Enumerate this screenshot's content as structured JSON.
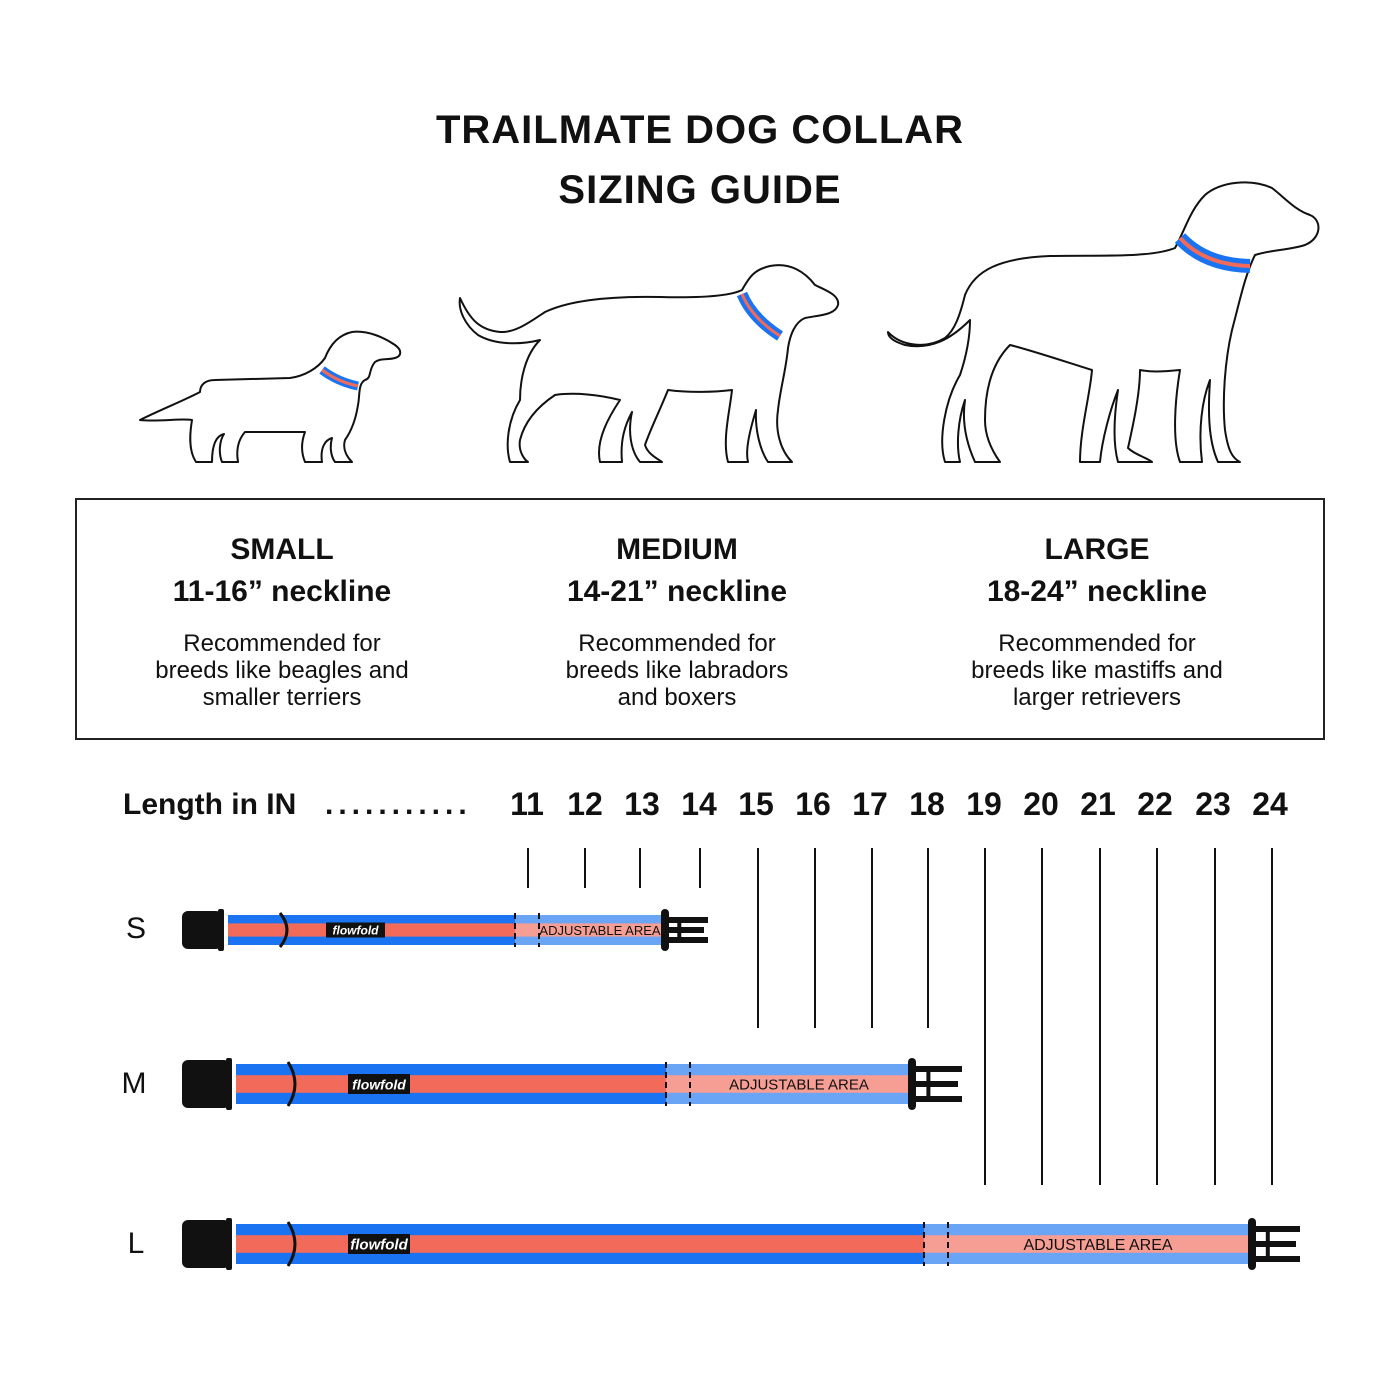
{
  "title": {
    "line1": "TRAILMATE DOG COLLAR",
    "line2": "SIZING GUIDE"
  },
  "sizes": [
    {
      "name": "SMALL",
      "neckline": "11-16” neckline",
      "desc_lines": [
        "Recommended for",
        "breeds like beagles and",
        "smaller terriers"
      ]
    },
    {
      "name": "MEDIUM",
      "neckline": "14-21” neckline",
      "desc_lines": [
        "Recommended for",
        "breeds like labradors",
        "and boxers"
      ]
    },
    {
      "name": "LARGE",
      "neckline": "18-24” neckline",
      "desc_lines": [
        "Recommended for",
        "breeds like mastiffs and",
        "larger retrievers"
      ]
    }
  ],
  "length": {
    "label": "Length in IN",
    "dots": "...........",
    "ticks": [
      "11",
      "12",
      "13",
      "14",
      "15",
      "16",
      "17",
      "18",
      "19",
      "20",
      "21",
      "22",
      "23",
      "24"
    ]
  },
  "collars": [
    {
      "label": "S",
      "brand": "flowfold",
      "adjustable": "ADJUSTABLE AREA"
    },
    {
      "label": "M",
      "brand": "flowfold",
      "adjustable": "ADJUSTABLE AREA"
    },
    {
      "label": "L",
      "brand": "flowfold",
      "adjustable": "ADJUSTABLE AREA"
    }
  ],
  "colors": {
    "strap_blue": "#1a73f0",
    "strap_red": "#f26a5a",
    "adjustable_overlay": "#ffffff",
    "buckle": "#111111"
  },
  "icons": [
    "small-dog-icon",
    "medium-dog-icon",
    "large-dog-icon"
  ]
}
